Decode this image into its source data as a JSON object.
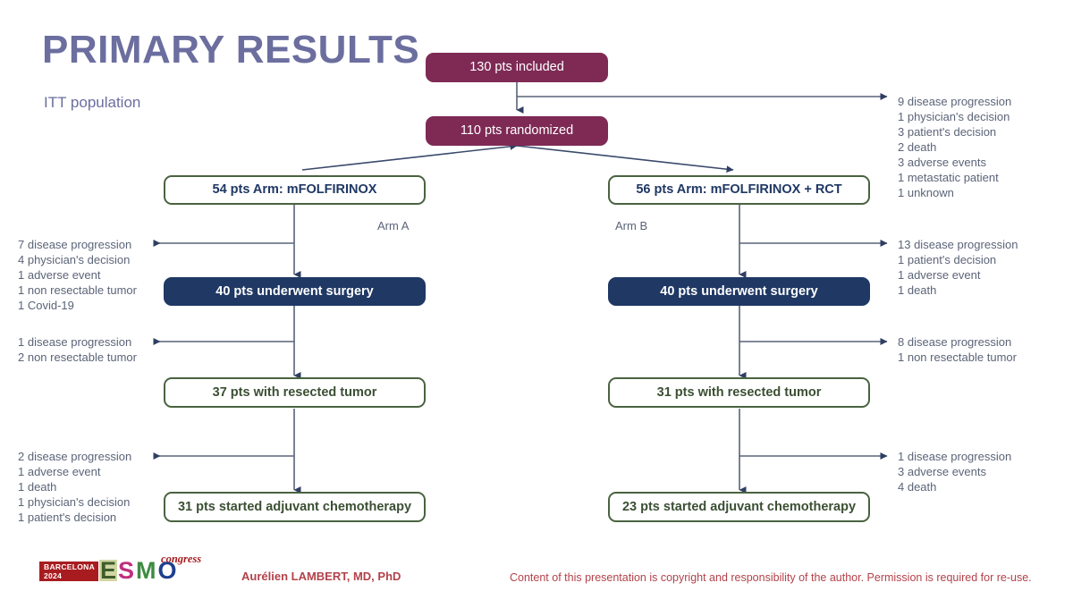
{
  "slide": {
    "title": "PRIMARY RESULTS",
    "subtitle": "ITT population",
    "colors": {
      "title": "#6b6e9e",
      "magenta_box": "#7e2a55",
      "navy_box": "#1f3864",
      "outline_border": "#4a6340",
      "annotation_text": "#5b6478",
      "footer_red": "#b3424a",
      "arrow": "#4a5568"
    }
  },
  "flow": {
    "included": "130 pts included",
    "randomized": "110 pts randomized",
    "arm_a_box": "54 pts Arm: mFOLFIRINOX",
    "arm_b_box": "56 pts Arm: mFOLFIRINOX + RCT",
    "arm_a_label": "Arm A",
    "arm_b_label": "Arm B",
    "arm_a_surgery": "40 pts underwent surgery",
    "arm_b_surgery": "40 pts underwent surgery",
    "arm_a_resected": "37 pts with resected tumor",
    "arm_b_resected": "31 pts with resected tumor",
    "arm_a_adjuvant": "31 pts started adjuvant chemotherapy",
    "arm_b_adjuvant": "23 pts started adjuvant chemotherapy"
  },
  "dropouts": {
    "pre_randomization": [
      "9 disease progression",
      "1 physician's decision",
      "3 patient's decision",
      "2 death",
      "3 adverse events",
      "1 metastatic patient",
      "1 unknown"
    ],
    "arm_a_before_surgery": [
      "7 disease progression",
      "4 physician's decision",
      "1 adverse event",
      "1 non resectable tumor",
      "1 Covid-19"
    ],
    "arm_b_before_surgery": [
      "13 disease progression",
      "1 patient's decision",
      "1 adverse event",
      "1 death"
    ],
    "arm_a_before_resection": [
      "1 disease progression",
      "2 non resectable tumor"
    ],
    "arm_b_before_resection": [
      "8 disease progression",
      "1 non resectable tumor"
    ],
    "arm_a_before_adjuvant": [
      "2 disease progression",
      "1 adverse event",
      "1 death",
      "1 physician's decision",
      "1 patient's decision"
    ],
    "arm_b_before_adjuvant": [
      "1 disease progression",
      "3 adverse events",
      "4 death"
    ]
  },
  "footer": {
    "badge_city": "BARCELONA",
    "badge_year": "2024",
    "logo_e": "E",
    "logo_s": "S",
    "logo_m": "M",
    "logo_o": "O",
    "logo_congress": "congress",
    "author": "Aurélien LAMBERT, MD, PhD",
    "copyright": "Content of this presentation is copyright and responsibility of the author. Permission is required for re-use."
  }
}
